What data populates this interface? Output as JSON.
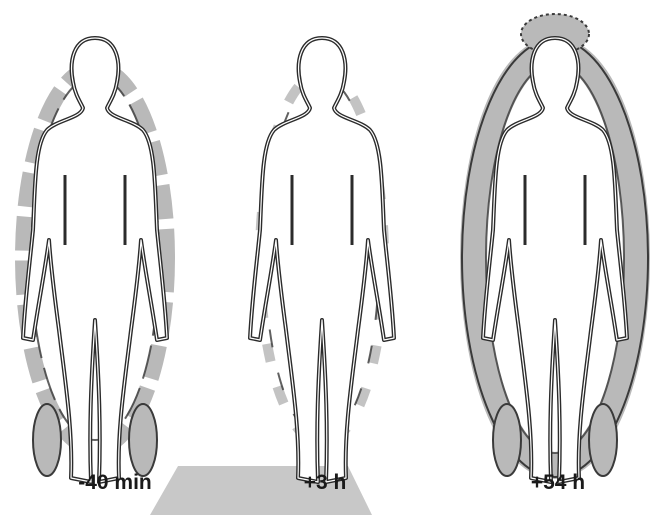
{
  "panels": [
    {
      "label": "-40 min",
      "halo_intensity": "moderate"
    },
    {
      "label": "+3 h",
      "halo_intensity": "sparse"
    },
    {
      "label": "+54 h",
      "halo_intensity": "strong"
    }
  ],
  "colors": {
    "background": "#ffffff",
    "outline": "#2b2b2b",
    "halo_light": "#b9b9b9",
    "halo_dark": "#3a3a3a",
    "wedge": "#c8c8c8"
  }
}
